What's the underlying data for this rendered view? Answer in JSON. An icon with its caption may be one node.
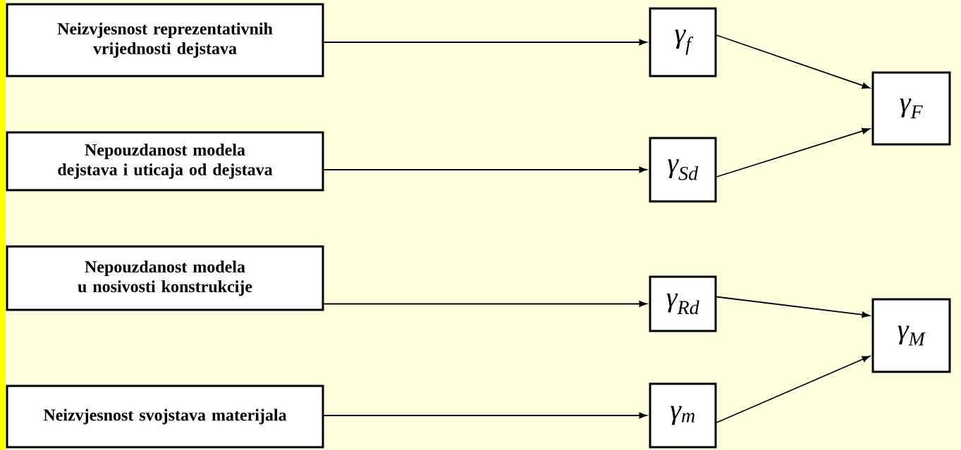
{
  "diagram": {
    "nodes": [
      {
        "text": [
          "Neizvjesnost reprezentativnih vrijednosti dejstava"
        ]
      },
      {
        "text": [
          "Nepouzdanost modela dejstava i uticaja od dejstava"
        ]
      },
      {
        "text": [
          "Nepouzdanost modela u nosivosti konstrukcije"
        ]
      },
      {
        "text": [
          "Neizvjesnost svojstava materijala"
        ]
      },
      {
        "text": [
          "γ$_{f}$"
        ]
      },
      {
        "text": [
          "γ$_{Sd}$"
        ]
      },
      {
        "text": [
          "γ$_{Rd}$"
        ]
      },
      {
        "text": [
          "γ$_{m}$"
        ]
      },
      {
        "text": [
          "γ$_{F}$"
        ]
      },
      {
        "text": [
          "γ$_{M}$"
        ]
      }
    ],
    "edges": [
      {
        "from": 0,
        "to": 4,
        "arrow": "to"
      },
      {
        "from": 1,
        "to": 5,
        "arrow": "to"
      },
      {
        "from": 2,
        "to": 6,
        "arrow": "to"
      },
      {
        "from": 3,
        "to": 7,
        "arrow": "to"
      },
      {
        "from": 4,
        "to": 8,
        "arrow": "to"
      },
      {
        "from": 5,
        "to": 8,
        "arrow": "to"
      },
      {
        "from": 6,
        "to": 9,
        "arrow": "to"
      },
      {
        "from": 7,
        "to": 9,
        "arrow": "to"
      }
    ]
  }
}
